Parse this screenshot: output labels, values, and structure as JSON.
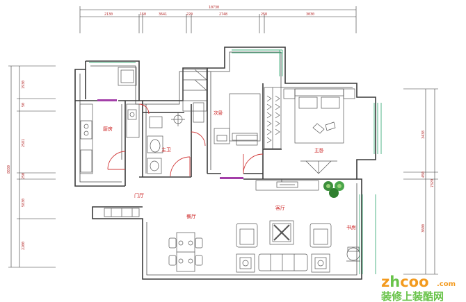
{
  "dimensions": {
    "top_total": "10730",
    "top_segments": [
      "2130",
      "150",
      "3641",
      "220",
      "2748",
      "258",
      "3030"
    ],
    "left_segments": [
      "1930",
      "50",
      "2581",
      "250",
      "5830",
      "2200"
    ],
    "left_total": "8030",
    "right_segments": [
      "3438",
      "450",
      "7329",
      "3600"
    ]
  },
  "rooms": {
    "kitchen": "厨房",
    "bathroom": "主卫",
    "second_bedroom": "次卧",
    "master_bedroom": "主卧",
    "entrance": "门厅",
    "dining": "餐厅",
    "living": "客厅",
    "study": "书房"
  },
  "watermark": {
    "domain_z": "z",
    "domain_h": "h",
    "domain_coo": "coo",
    "domain_suffix": ".com",
    "tagline": "装修上装酷网"
  },
  "colors": {
    "wall": "#3a3a3a",
    "window": "#3fae7a",
    "door_swing": "#d23a3a",
    "label": "#cc2222",
    "accent_purple": "#a33ea8",
    "watermark_orange": "#f39a1e",
    "watermark_green": "#69c34a"
  }
}
